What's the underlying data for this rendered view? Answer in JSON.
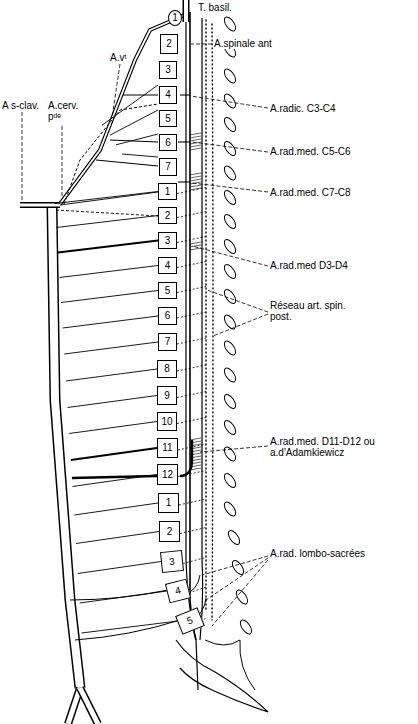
{
  "diagram": {
    "nodes": [
      {
        "text": [
          "1"
        ]
      },
      {
        "text": [
          "2"
        ]
      },
      {
        "text": [
          "3"
        ]
      },
      {
        "text": [
          "4"
        ]
      },
      {
        "text": [
          "5"
        ]
      },
      {
        "text": [
          "6"
        ]
      },
      {
        "text": [
          "7"
        ]
      },
      {
        "text": [
          "1"
        ]
      },
      {
        "text": [
          "2"
        ]
      },
      {
        "text": [
          "3"
        ]
      },
      {
        "text": [
          "4"
        ]
      },
      {
        "text": [
          "5"
        ]
      },
      {
        "text": [
          "6"
        ]
      },
      {
        "text": [
          "7"
        ]
      },
      {
        "text": [
          "8"
        ]
      },
      {
        "text": [
          "9"
        ]
      },
      {
        "text": [
          "10"
        ]
      },
      {
        "text": [
          "11"
        ]
      },
      {
        "text": [
          "12"
        ]
      },
      {
        "text": [
          "1"
        ]
      },
      {
        "text": [
          "2"
        ]
      },
      {
        "text": [
          "3"
        ]
      },
      {
        "text": [
          "4"
        ]
      },
      {
        "text": [
          "5"
        ]
      }
    ],
    "labels": [
      "T. basil.",
      "A.vᵗ",
      "A.spinale ant",
      "A s-clav.",
      "A.cerv. pᵈᵉ",
      "A.radic. C3-C4",
      "A.rad.med. C5-C6",
      "A.rad.med. C7-C8",
      "A.rad.med D3-D4",
      "Réseau art. spin. post.",
      "A.rad.med. D11-D12 ou a.d'Adamkiewicz",
      "A.rad. lombo-sacrées"
    ]
  }
}
